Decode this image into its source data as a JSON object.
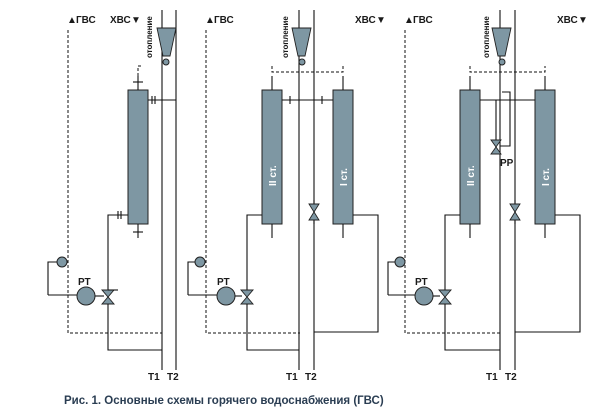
{
  "labels": {
    "gvs": "ГВС",
    "hvs": "ХВС",
    "heating": "отопление",
    "rt": "РТ",
    "rr": "РР",
    "t1": "Т1",
    "t2": "Т2",
    "stage1": "I ст.",
    "stage2": "II ст."
  },
  "caption": "Рис. 1. Основные схемы горячего водоснабжения (ГВС)",
  "colors": {
    "exchanger": "#7e97a3",
    "line": "#111111",
    "caption": "#2a3d52"
  }
}
